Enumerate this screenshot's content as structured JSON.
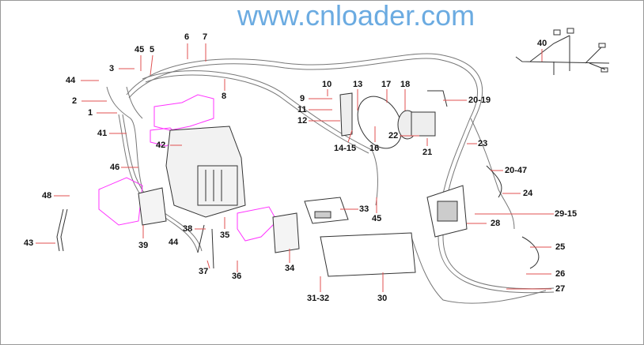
{
  "diagram": {
    "callouts": [
      "1",
      "2",
      "3",
      "44",
      "45",
      "5",
      "6",
      "7",
      "8",
      "41",
      "42",
      "46",
      "48",
      "43",
      "39",
      "38",
      "44",
      "35",
      "37",
      "36",
      "34",
      "33",
      "10",
      "9",
      "11",
      "12",
      "13",
      "17",
      "18",
      "14-15",
      "16",
      "22",
      "21",
      "20-19",
      "23",
      "20-47",
      "24",
      "45",
      "29-15",
      "28",
      "25",
      "26",
      "27",
      "30",
      "31-32",
      "40"
    ],
    "watermark": "www.cnloader.com",
    "colors": {
      "leader": "#e05050",
      "accent": "#ff33ff",
      "watermark": "#3a8fd8"
    }
  }
}
